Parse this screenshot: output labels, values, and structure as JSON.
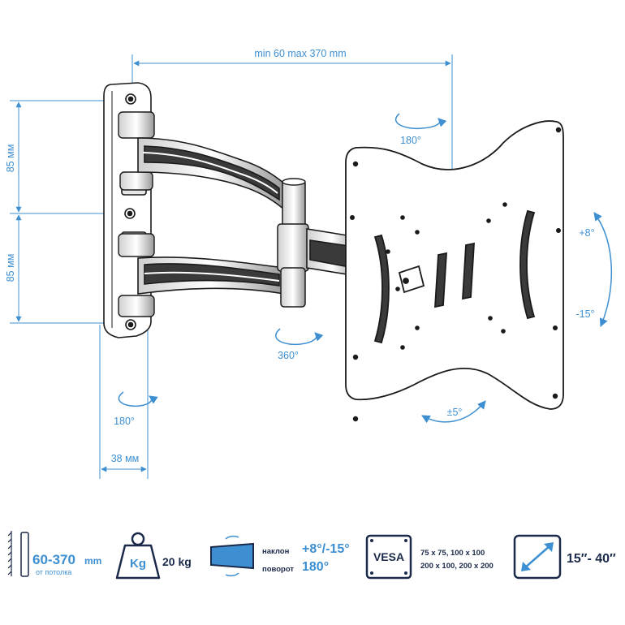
{
  "dimensions": {
    "extension": "min 60 max 370 mm",
    "upper_spacing": "85 мм",
    "lower_spacing": "85 мм",
    "wall_plate_depth": "38 мм"
  },
  "rotations": {
    "panel_swivel": "180°",
    "arm_swivel": "360°",
    "wall_swivel": "180°",
    "tilt_up": "+8°",
    "tilt_down": "-15°",
    "level_adjust": "±5°"
  },
  "specs": {
    "distance_value": "60-370",
    "distance_unit": "mm",
    "distance_caption": "от потолка",
    "weight_icon_label": "Kg",
    "weight_value": "20 kg",
    "tilt_label": "наклон",
    "tilt_value": "+8°/-15°",
    "swivel_label": "поворот",
    "swivel_value": "180°",
    "vesa_label": "VESA",
    "vesa_line1": "75 x 75, 100 x 100",
    "vesa_line2": "200 x 100, 200 x 200",
    "screen_size": "15″- 40″"
  },
  "colors": {
    "accent": "#3d8fd1",
    "dark": "#1b2a4a"
  },
  "icons": [
    "ceiling-distance-icon",
    "weight-icon",
    "tilt-swivel-icon",
    "vesa-icon",
    "screen-size-icon"
  ]
}
